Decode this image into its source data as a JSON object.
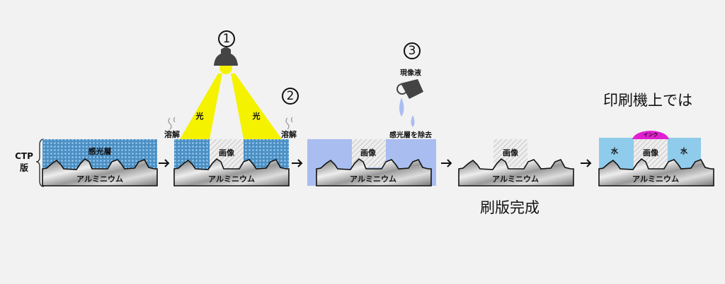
{
  "step_markers": [
    "1",
    "2",
    "3"
  ],
  "labels": {
    "ctp_plate": [
      "CTP",
      "版"
    ],
    "photosensitive_layer": "感光層",
    "aluminum": "アルミニウム",
    "image": "画像",
    "light": "光",
    "dissolve": "溶解",
    "developer": "現像液",
    "remove_layer": "感光層を除去",
    "water": "水",
    "ink": "インク",
    "plate_complete": "刷版完成",
    "on_press": "印刷機上では"
  },
  "colors": {
    "background": "#f2f2f2",
    "photosensitive": "#4a8fc4",
    "developer_blue": "#a9bdf0",
    "water": "#8fcbea",
    "light": "#f5f200",
    "ink": "#e020d0"
  }
}
